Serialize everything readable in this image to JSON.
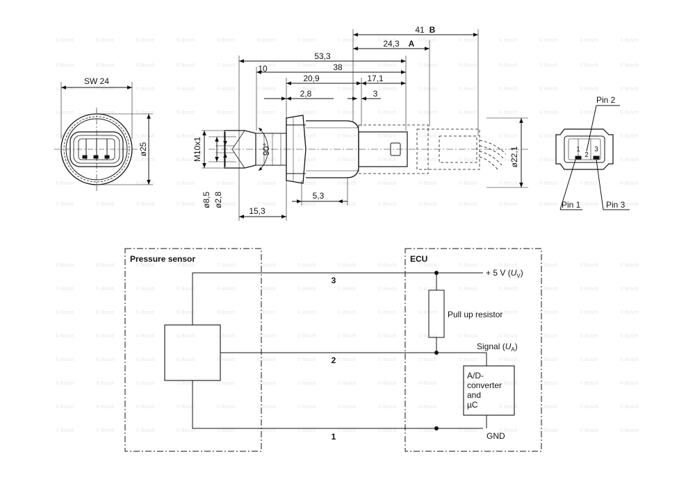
{
  "dimensions": {
    "sw": "SW 24",
    "d25": "ø25",
    "d41": "41",
    "d41_tag": "B",
    "d24_3": "24,3",
    "d24_3_tag": "A",
    "d53_3": "53,3",
    "d10": "10",
    "d38": "38",
    "d20_9": "20,9",
    "d17_1": "17,1",
    "d2_8_top": "2,8",
    "d3": "3",
    "thread": "M10x1",
    "angle": "90°",
    "d8_5": "ø8,5",
    "d2_8_dia": "ø2,8",
    "d5_3": "5,3",
    "d15_3": "15,3",
    "d22_1": "ø22,1"
  },
  "connector": {
    "pin2": "Pin 2",
    "pin1": "Pin 1",
    "pin3": "Pin 3",
    "n1": "1",
    "n2": "2",
    "n3": "3"
  },
  "schematic": {
    "sensor_title": "Pressure sensor",
    "ecu_title": "ECU",
    "wire3": "3",
    "wire2": "2",
    "wire1": "1",
    "supply_prefix": "+ 5 V (",
    "supply_u": "U",
    "supply_sub": "V",
    "supply_suffix": ")",
    "pullup": "Pull up resistor",
    "signal_prefix": "Signal (",
    "signal_u": "U",
    "signal_sub": "A",
    "signal_suffix": ")",
    "adc_line1": "A/D-",
    "adc_line2": "converter",
    "adc_line3": "and",
    "adc_line4": "µC",
    "gnd": "GND"
  },
  "watermark": "© Bosch"
}
